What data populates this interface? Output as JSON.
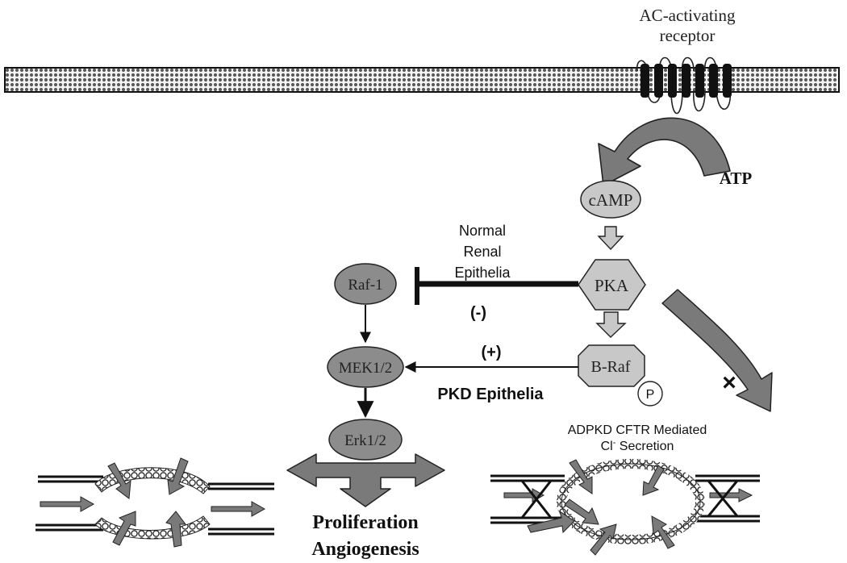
{
  "receptor": {
    "label_line1": "AC-activating",
    "label_line2": "receptor"
  },
  "substrate": {
    "label": "ATP"
  },
  "nodes": {
    "camp": "cAMP",
    "pka": "PKA",
    "braf": "B-Raf",
    "phospho": "P",
    "raf1": "Raf-1",
    "mek": "MEK1/2",
    "erk": "Erk1/2"
  },
  "normal_pathway": {
    "label_line1": "Normal",
    "label_line2": "Renal",
    "label_line3": "Epithelia",
    "sign": "(-)"
  },
  "pkd_pathway": {
    "sign": "(+)",
    "label": "PKD Epithelia"
  },
  "outcome": {
    "line1": "Proliferation",
    "line2": "Angiogenesis"
  },
  "secretion": {
    "line1": "ADPKD CFTR Mediated",
    "line2_prefix": "Cl",
    "line2_superscript": "-",
    "line2_suffix": " Secretion"
  },
  "blocked_marker": "×",
  "colors": {
    "node_fill": "#c8c8c8",
    "dark_node_fill": "#8c8c8c",
    "arrow_fill": "#7a7a7a",
    "membrane_stroke": "#111111"
  }
}
